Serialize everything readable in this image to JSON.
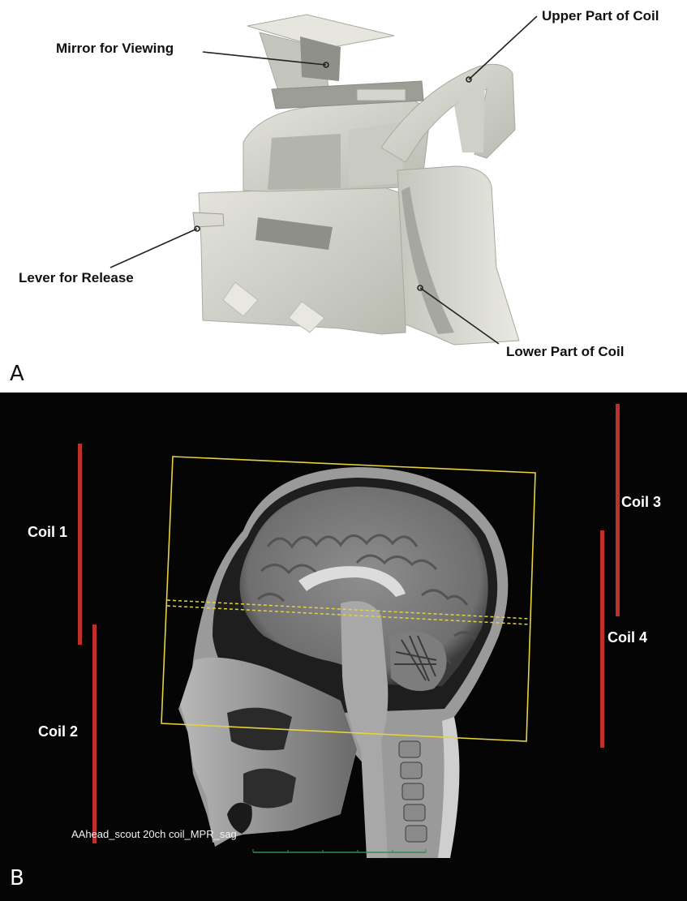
{
  "panel_a": {
    "letter": "A",
    "labels": {
      "mirror": "Mirror for Viewing",
      "upper": "Upper Part of Coil",
      "lever": "Lever for Release",
      "lower": "Lower Part of Coil"
    }
  },
  "panel_b": {
    "letter": "B",
    "coils": {
      "coil1": "Coil 1",
      "coil2": "Coil 2",
      "coil3": "Coil 3",
      "coil4": "Coil 4"
    },
    "scan_name": "AAhead_scout 20ch coil_MPR_sag",
    "colors": {
      "coil_bar": "#c0302b",
      "fov_box": "#e6d23c",
      "scale_line": "#2f8f4e"
    }
  }
}
